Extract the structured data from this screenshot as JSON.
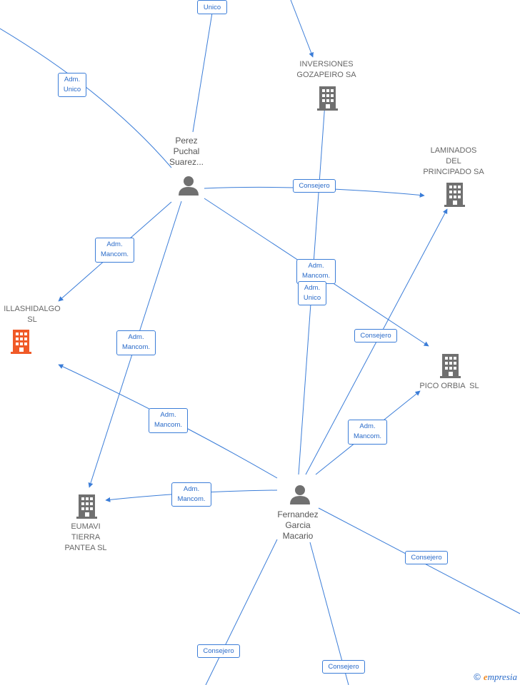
{
  "colors": {
    "edge": "#3b7dd8",
    "building": "#707070",
    "building_focus": "#f05a28",
    "person": "#707070"
  },
  "nodes": {
    "inversiones": {
      "lines": [
        "INVERSIONES",
        "GOZAPEIRO SA"
      ],
      "icon": "building-icon"
    },
    "laminados": {
      "lines": [
        "LAMINADOS",
        "DEL",
        "PRINCIPADO SA"
      ],
      "icon": "building-icon"
    },
    "villashidalgo": {
      "lines": [
        "ILLASHIDALGO",
        "SL"
      ],
      "icon": "building-icon-highlighted"
    },
    "pico": {
      "lines": [
        "PICO ORBIA  SL"
      ],
      "icon": "building-icon"
    },
    "eumavi": {
      "lines": [
        "EUMAVI",
        "TIERRA",
        "PANTEA SL"
      ],
      "icon": "building-icon"
    },
    "perez": {
      "lines": [
        "Perez",
        "Puchal",
        "Suarez..."
      ],
      "icon": "person-icon"
    },
    "fernandez": {
      "lines": [
        "Fernandez",
        "Garcia",
        "Macario"
      ],
      "icon": "person-icon"
    }
  },
  "edge_labels": {
    "top_unico": [
      "Unico"
    ],
    "perez_adm_unico": [
      "Adm.",
      "Unico"
    ],
    "perez_laminados_consejero": [
      "Consejero"
    ],
    "perez_villas_mancom": [
      "Adm.",
      "Mancom."
    ],
    "perez_pico_mancom": [
      "Adm.",
      "Mancom."
    ],
    "fern_inversiones_unico": [
      "Adm.",
      "Unico"
    ],
    "perez_eumavi_mancom": [
      "Adm.",
      "Mancom."
    ],
    "fern_laminados_consejero": [
      "Consejero"
    ],
    "fern_villas_mancom": [
      "Adm.",
      "Mancom."
    ],
    "fern_pico_mancom": [
      "Adm.",
      "Mancom."
    ],
    "fern_eumavi_mancom": [
      "Adm.",
      "Mancom."
    ],
    "fern_right_consejero": [
      "Consejero"
    ],
    "fern_bottom_left_consejero": [
      "Consejero"
    ],
    "fern_bottom_consejero": [
      "Consejero"
    ]
  },
  "watermark": {
    "symbol": "©",
    "initial": "e",
    "rest": "mpresia"
  }
}
